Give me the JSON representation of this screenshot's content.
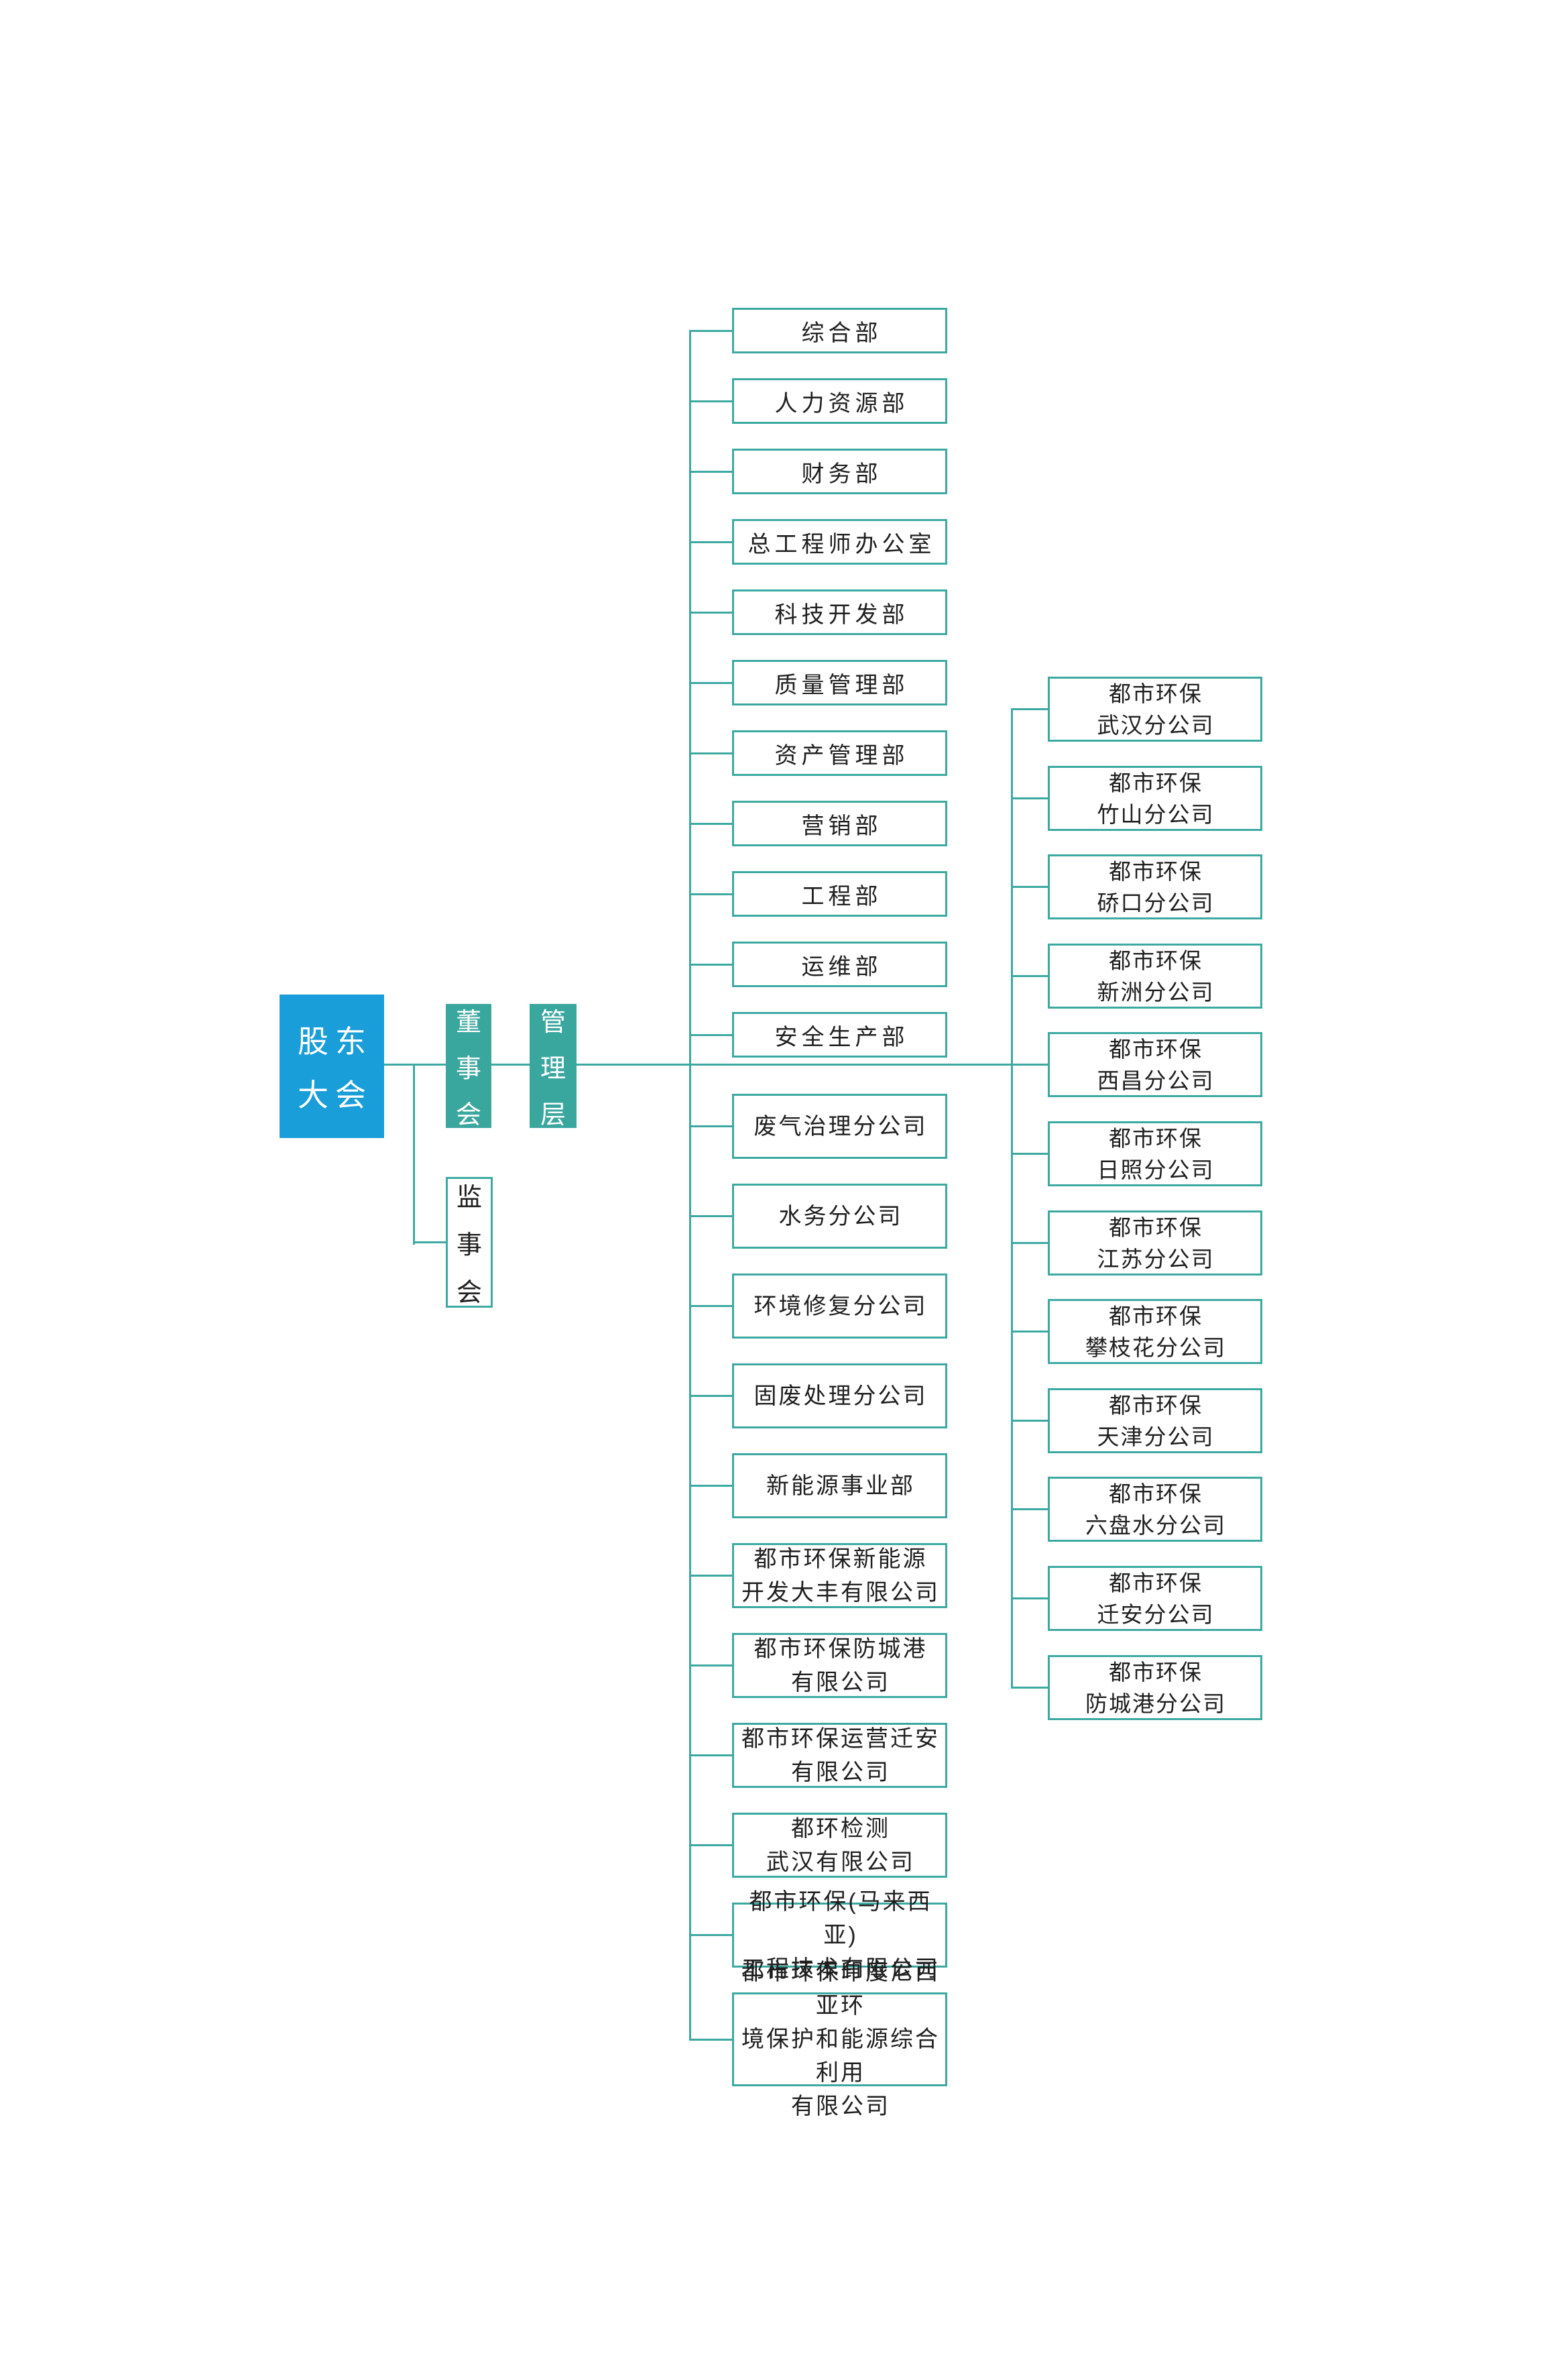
{
  "org_chart": {
    "colors": {
      "primary_blue": "#199ed9",
      "teal_fill": "#3aa79f",
      "connector_line": "#3ca9a1",
      "text": "#1f1f1f"
    },
    "governance": {
      "shareholders": {
        "lines": [
          "股东",
          "大会"
        ]
      },
      "board": {
        "label": "董事会"
      },
      "supervisory": {
        "label": "监事会"
      },
      "management": {
        "label": "管理层"
      }
    },
    "departments": [
      "综合部",
      "人力资源部",
      "财务部",
      "总工程师办公室",
      "科技开发部",
      "质量管理部",
      "资产管理部",
      "营销部",
      "工程部",
      "运维部",
      "安全生产部"
    ],
    "subsidiaries": [
      {
        "lines": [
          "废气治理分公司"
        ]
      },
      {
        "lines": [
          "水务分公司"
        ]
      },
      {
        "lines": [
          "环境修复分公司"
        ]
      },
      {
        "lines": [
          "固废处理分公司"
        ]
      },
      {
        "lines": [
          "新能源事业部"
        ]
      },
      {
        "lines": [
          "都市环保新能源",
          "开发大丰有限公司"
        ]
      },
      {
        "lines": [
          "都市环保防城港",
          "有限公司"
        ]
      },
      {
        "lines": [
          "都市环保运营迁安",
          "有限公司"
        ]
      },
      {
        "lines": [
          "都环检测",
          "武汉有限公司"
        ]
      },
      {
        "lines": [
          "都市环保(马来西亚)",
          "工程技术有限公司"
        ]
      },
      {
        "lines": [
          "都市环保印度尼西亚环",
          "境保护和能源综合利用",
          "有限公司"
        ]
      }
    ],
    "regional_branches": [
      {
        "lines": [
          "都市环保",
          "武汉分公司"
        ]
      },
      {
        "lines": [
          "都市环保",
          "竹山分公司"
        ]
      },
      {
        "lines": [
          "都市环保",
          "硚口分公司"
        ]
      },
      {
        "lines": [
          "都市环保",
          "新洲分公司"
        ]
      },
      {
        "lines": [
          "都市环保",
          "西昌分公司"
        ]
      },
      {
        "lines": [
          "都市环保",
          "日照分公司"
        ]
      },
      {
        "lines": [
          "都市环保",
          "江苏分公司"
        ]
      },
      {
        "lines": [
          "都市环保",
          "攀枝花分公司"
        ]
      },
      {
        "lines": [
          "都市环保",
          "天津分公司"
        ]
      },
      {
        "lines": [
          "都市环保",
          "六盘水分公司"
        ]
      },
      {
        "lines": [
          "都市环保",
          "迁安分公司"
        ]
      },
      {
        "lines": [
          "都市环保",
          "防城港分公司"
        ]
      }
    ]
  }
}
